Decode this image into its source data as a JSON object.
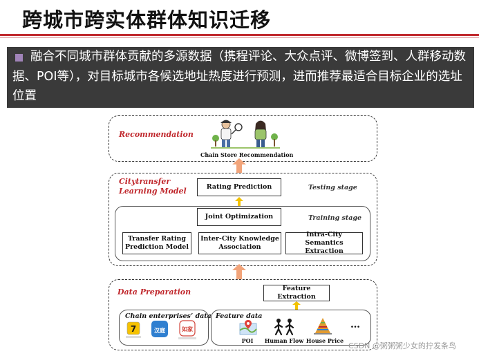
{
  "slide": {
    "title": "跨城市跨实体群体知识迁移",
    "summary": "融合不同城市群体贡献的多源数据（携程评论、大众点评、微博签到、人群移动数据、POI等），对目标城市各候选地址热度进行预测，进而推荐最适合目标企业的选址位置"
  },
  "diagram": {
    "recommendation": {
      "label": "Recommendation",
      "caption": "Chain Store Recommendation"
    },
    "citytransfer": {
      "label_line1": "Citytransfer",
      "label_line2": "Learning Model",
      "rating_prediction": "Rating Prediction",
      "testing_stage": "Testing stage",
      "joint_optimization": "Joint Optimization",
      "training_stage": "Training stage",
      "modules": [
        {
          "line1": "Transfer Rating",
          "line2": "Prediction Model"
        },
        {
          "line1": "Inter-City Knowledge",
          "line2": "Association"
        },
        {
          "line1": "Intra-City Semantics",
          "line2": "Extraction"
        }
      ]
    },
    "data_preparation": {
      "label": "Data Preparation",
      "feature_extraction": "Feature Extraction",
      "chain_enterprises_label": "Chain enterprises’ data",
      "feature_data_label": "Feature data",
      "features": [
        "POI",
        "Human Flow",
        "House Price"
      ],
      "ellipsis": "…",
      "logos": [
        "7",
        "汉庭",
        "如家"
      ]
    },
    "colors": {
      "arrow_orange": "#f2a47a",
      "arrow_yellow": "#f2c200",
      "label_red": "#c0282d"
    }
  },
  "watermark": "CSDN @粥粥粥少女的拧发条鸟"
}
